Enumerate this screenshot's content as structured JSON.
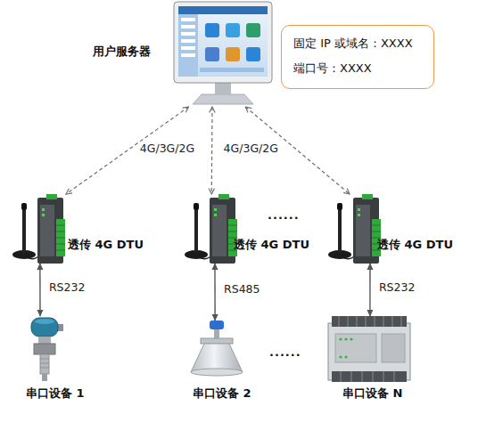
{
  "diagram": {
    "nodes": [
      {
        "text": [
          "用户服务器"
        ]
      },
      {
        "text": [
          "固定 IP 或域名：XXXX",
          "端口号：XXXX"
        ]
      },
      {
        "text": [
          "透传 4G DTU"
        ]
      },
      {
        "text": [
          "透传 4G DTU"
        ]
      },
      {
        "text": [
          "透传 4G DTU"
        ]
      },
      {
        "text": [
          "串口设备 1"
        ]
      },
      {
        "text": [
          "串口设备 2"
        ]
      },
      {
        "text": [
          "串口设备 N"
        ]
      }
    ],
    "edges": [
      {
        "from": 0,
        "to": 2,
        "arrow": "both",
        "label": "4G/3G/2G"
      },
      {
        "from": 0,
        "to": 3,
        "arrow": "both",
        "label": "4G/3G/2G"
      },
      {
        "from": 0,
        "to": 4,
        "arrow": "both"
      },
      {
        "from": 2,
        "to": 5,
        "arrow": "both",
        "label": "RS232"
      },
      {
        "from": 3,
        "to": 6,
        "arrow": "both",
        "label": "RS485"
      },
      {
        "from": 4,
        "to": 7,
        "arrow": "both",
        "label": "RS232"
      }
    ],
    "labels": [
      "......",
      "......"
    ]
  }
}
